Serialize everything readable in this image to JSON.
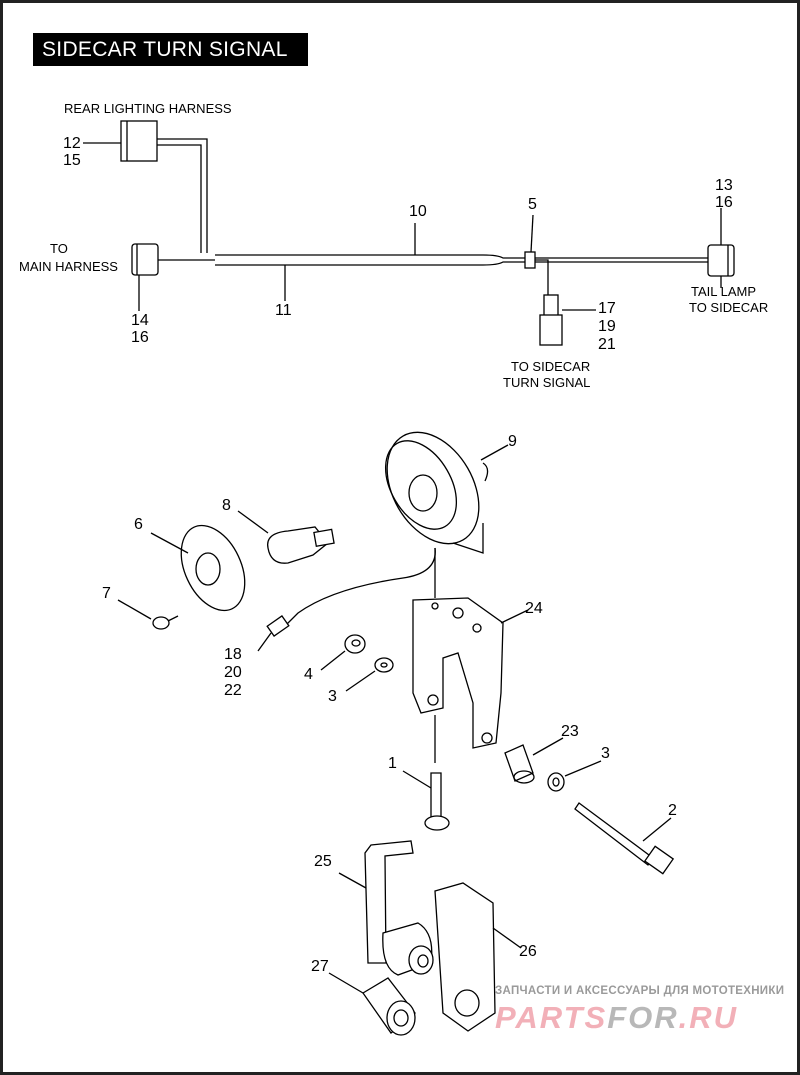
{
  "title": "SIDECAR TURN SIGNAL",
  "labels": {
    "rear_lighting_harness": "REAR LIGHTING HARNESS",
    "to": "TO",
    "main_harness": "MAIN HARNESS",
    "tail_lamp": "TAIL LAMP",
    "to_sidecar": "TO SIDECAR",
    "to_sidecar_2": "TO SIDECAR",
    "turn_signal": "TURN SIGNAL"
  },
  "callouts": {
    "c12": "12",
    "c15": "15",
    "c14": "14",
    "c16a": "16",
    "c10": "10",
    "c11": "11",
    "c5": "5",
    "c13": "13",
    "c16b": "16",
    "c17": "17",
    "c19": "19",
    "c21": "21",
    "c9": "9",
    "c8": "8",
    "c6": "6",
    "c7": "7",
    "c24": "24",
    "c18": "18",
    "c20": "20",
    "c22": "22",
    "c4": "4",
    "c3a": "3",
    "c23": "23",
    "c3b": "3",
    "c1": "1",
    "c2": "2",
    "c25": "25",
    "c26": "26",
    "c27": "27"
  },
  "watermark": {
    "tagline": "ЗАПЧАСТИ И АКСЕССУАРЫ ДЛЯ МОТОТЕХНИКИ",
    "brand_a": "PARTS",
    "brand_b": "FOR",
    "brand_c": ".RU"
  }
}
